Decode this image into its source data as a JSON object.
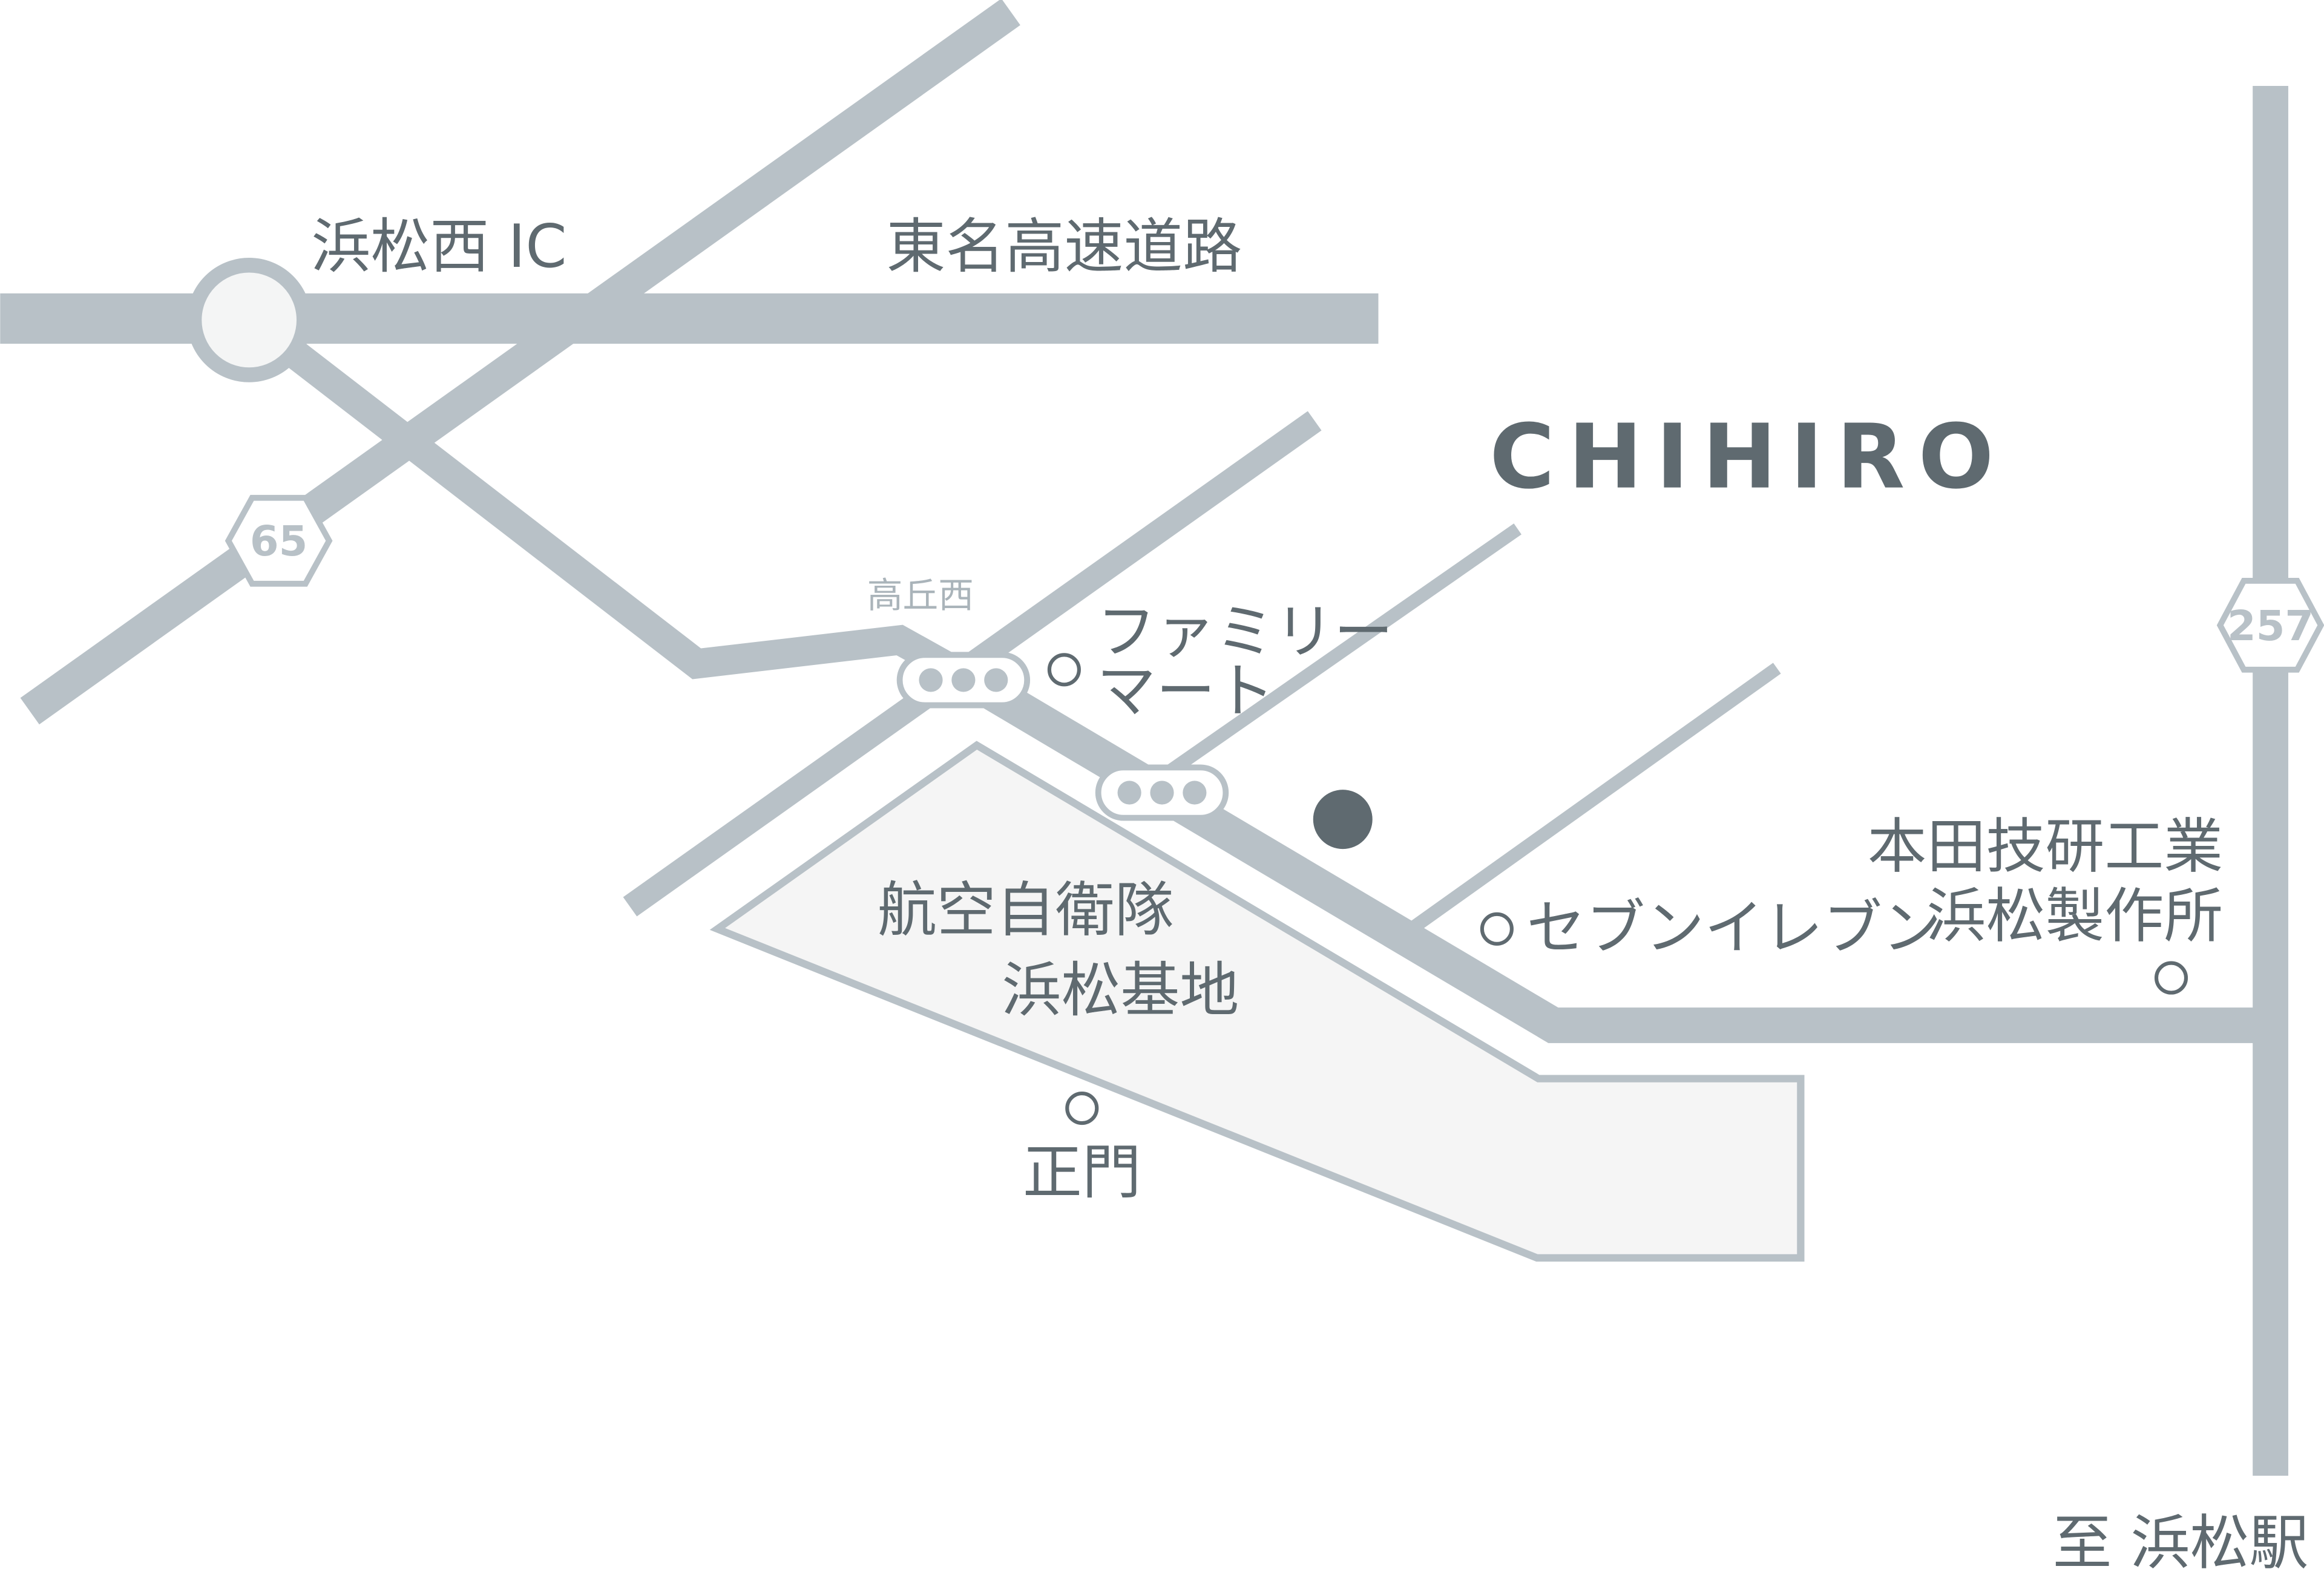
{
  "brand": "CHIHIRO",
  "colors": {
    "road": "#b8c1c7",
    "text": "#5f6a70",
    "base_fill": "#f5f5f5"
  },
  "labels": {
    "interchange": "浜松西 IC",
    "expressway": "東名高速道路",
    "intersection": "高丘西",
    "familymart_1": "ファミリー",
    "familymart_2": "マート",
    "seven_eleven": "セブンイレブン",
    "honda_1": "本田技研工業",
    "honda_2": "浜松製作所",
    "base_1": "航空自衛隊",
    "base_2": "浜松基地",
    "main_gate": "正門",
    "to_station": "至 浜松駅"
  },
  "routes": {
    "r65": "65",
    "r257": "257"
  }
}
